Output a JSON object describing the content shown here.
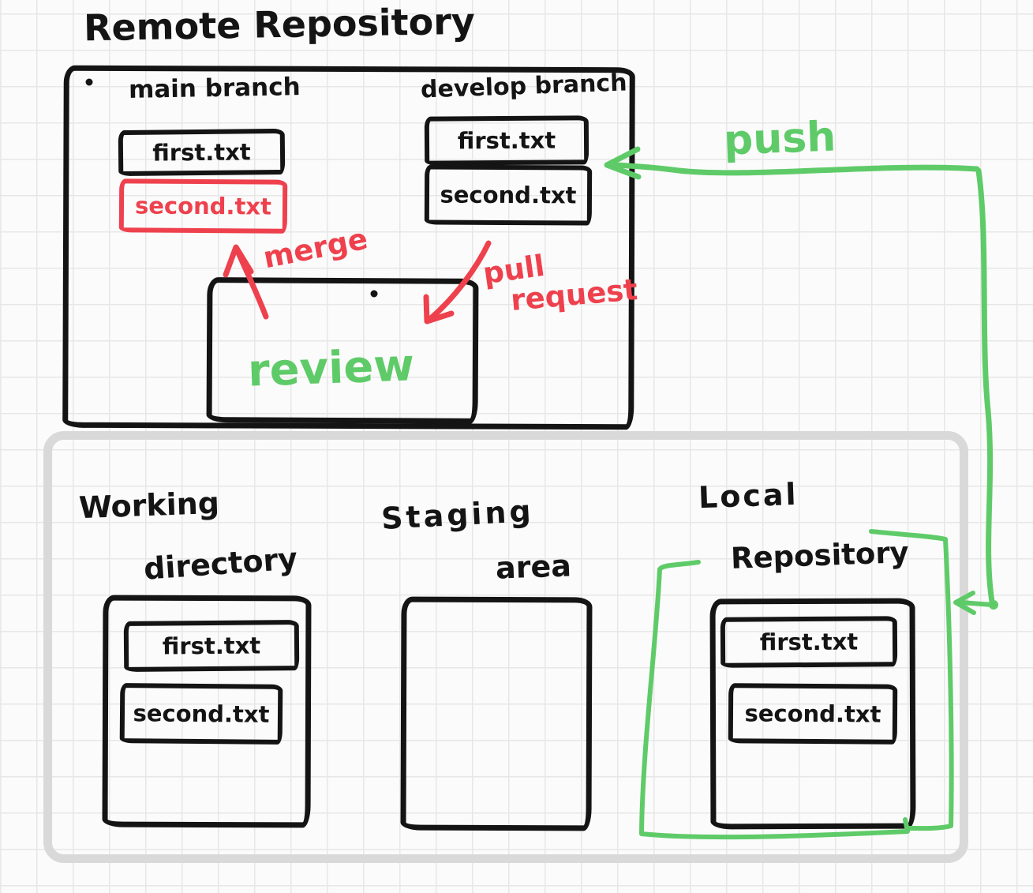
{
  "title": "Remote Repository",
  "labels": {
    "push": "push",
    "merge": "merge",
    "pull_line1": "pull",
    "pull_line2": "request",
    "review": "review"
  },
  "remote": {
    "main_branch": {
      "title": "main branch",
      "files": [
        "first.txt",
        "second.txt"
      ]
    },
    "develop_branch": {
      "title": "develop branch",
      "files": [
        "first.txt",
        "second.txt"
      ]
    }
  },
  "workspace": {
    "working_directory": {
      "title_line1": "Working",
      "title_line2": "directory",
      "files": [
        "first.txt",
        "second.txt"
      ]
    },
    "staging_area": {
      "title_line1": "Staging",
      "title_line2": "area",
      "files": []
    },
    "local_repository": {
      "title_line1": "Local",
      "title_line2": "Repository",
      "files": [
        "first.txt",
        "second.txt"
      ]
    }
  },
  "colors": {
    "ink": "#141414",
    "red": "#ee414d",
    "green": "#5ecb68",
    "gray_frame": "#d9d9d9",
    "grid_line": "#e7e7e7",
    "paper": "#fbfbfb"
  }
}
